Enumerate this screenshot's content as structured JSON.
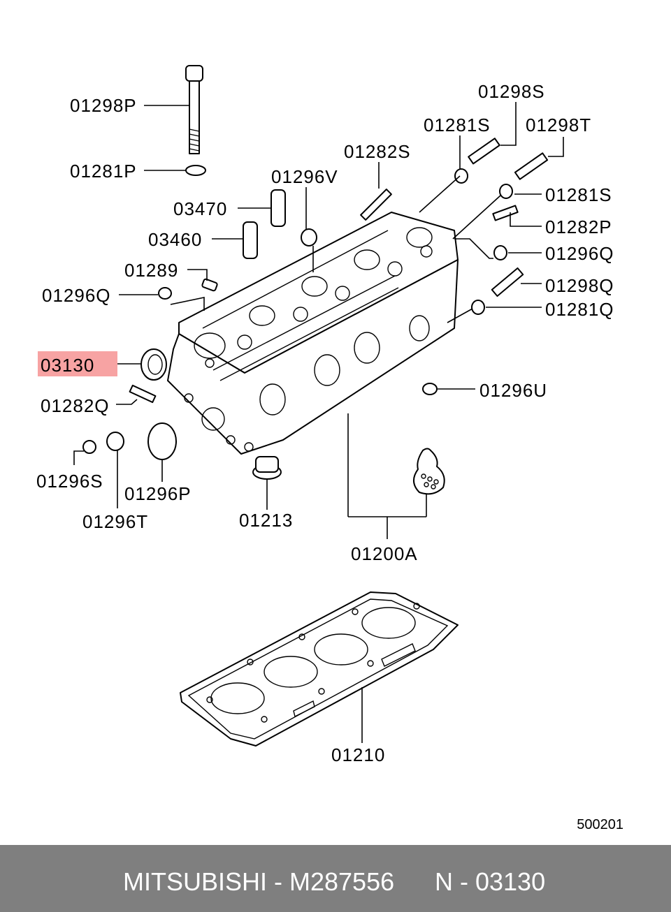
{
  "diagram": {
    "highlight_color": "#f7a3a3",
    "labels": {
      "p01298P": "01298P",
      "p01281P": "01281P",
      "p03470": "03470",
      "p03460": "03460",
      "p01296V": "01296V",
      "p01282S": "01282S",
      "p01281S_top": "01281S",
      "p01298S": "01298S",
      "p01298T": "01298T",
      "p01281S_right": "01281S",
      "p01282P": "01282P",
      "p01296Q_right": "01296Q",
      "p01298Q": "01298Q",
      "p01281Q": "01281Q",
      "p01289": "01289",
      "p01296Q_left": "01296Q",
      "p03130": "03130",
      "p01282Q": "01282Q",
      "p01296U": "01296U",
      "p01296S": "01296S",
      "p01296P": "01296P",
      "p01296T": "01296T",
      "p01213": "01213",
      "p01200A": "01200A",
      "p01210": "01210"
    },
    "reference": "500201"
  },
  "footer": {
    "brand_part": "MITSUBISHI - M287556",
    "code": "N - 03130",
    "background": "#7f7f7f"
  }
}
